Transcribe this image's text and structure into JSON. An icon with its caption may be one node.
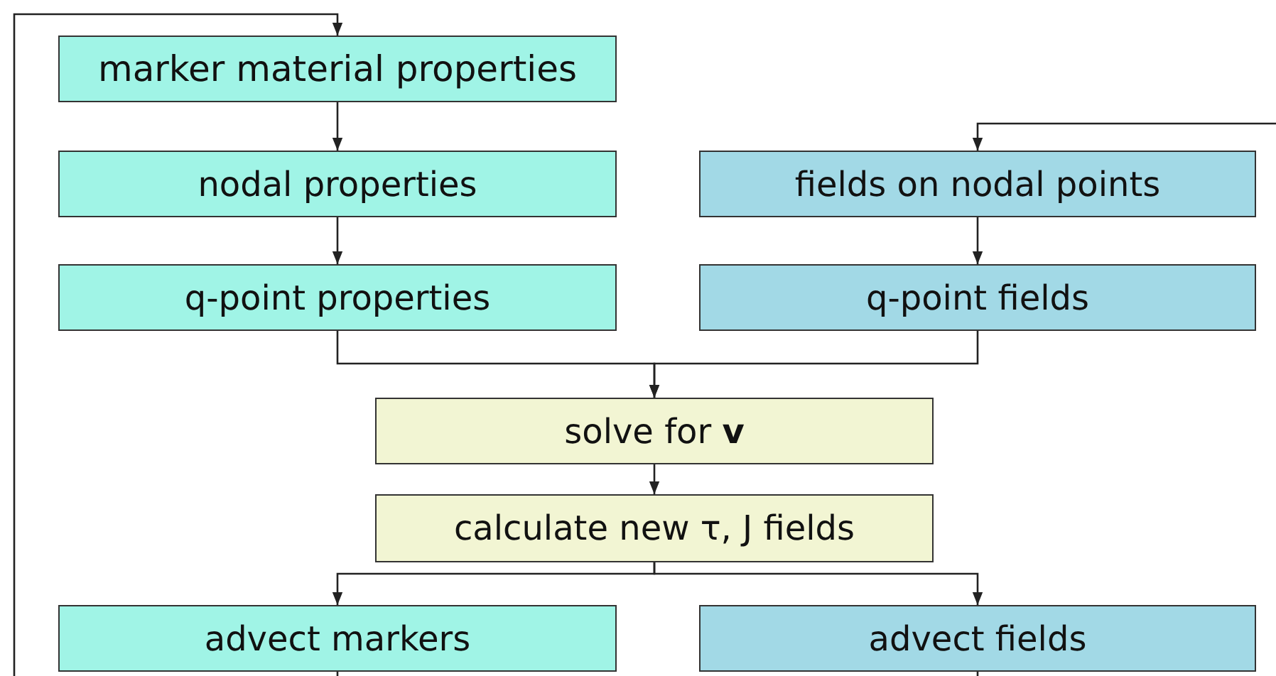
{
  "diagram": {
    "nodes": [
      {
        "text": [
          "marker material properties"
        ]
      },
      {
        "text": [
          "nodal properties"
        ]
      },
      {
        "text": [
          "q-point properties"
        ]
      },
      {
        "text": [
          "fields on nodal points"
        ]
      },
      {
        "text": [
          "q-point fields"
        ]
      },
      {
        "text": [
          "solve for **v**"
        ]
      },
      {
        "text": [
          "calculate new τ, J fields"
        ]
      },
      {
        "text": [
          "advect markers"
        ]
      },
      {
        "text": [
          "advect fields"
        ]
      }
    ],
    "edges": [
      {
        "from": 0,
        "to": 1,
        "arrow": "to"
      },
      {
        "from": 1,
        "to": 2,
        "arrow": "to"
      },
      {
        "from": 3,
        "to": 4,
        "arrow": "to"
      },
      {
        "from": 2,
        "to": 5,
        "arrow": "to"
      },
      {
        "from": 4,
        "to": 5,
        "arrow": "to"
      },
      {
        "from": 5,
        "to": 6,
        "arrow": "to"
      },
      {
        "from": 6,
        "to": 7,
        "arrow": "to"
      },
      {
        "from": 6,
        "to": 8,
        "arrow": "to"
      },
      {
        "from": 7,
        "to": 0,
        "arrow": "to"
      },
      {
        "from": 8,
        "to": 3,
        "arrow": "to"
      }
    ]
  }
}
